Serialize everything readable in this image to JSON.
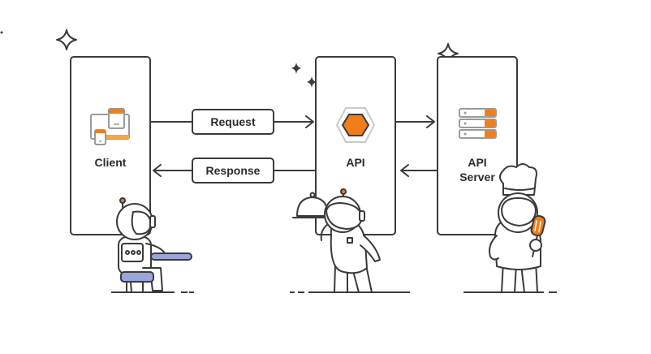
{
  "diagram": {
    "client_label": "Client",
    "api_label": "API",
    "server_label_line1": "API",
    "server_label_line2": "Server",
    "request_label": "Request",
    "response_label": "Response"
  },
  "colors": {
    "stroke": "#3a3a3a",
    "accent_orange": "#f07f1a",
    "accent_orange_light": "#f5a54a",
    "hexagon_outline": "#c9c9c9",
    "tray": "#9aa5d9",
    "antenna": "#e8763c"
  },
  "icons": [
    "sparkle-icon",
    "devices-icon",
    "hexagon-icon",
    "server-rack-icon",
    "arrow-right-icon",
    "arrow-left-icon"
  ]
}
